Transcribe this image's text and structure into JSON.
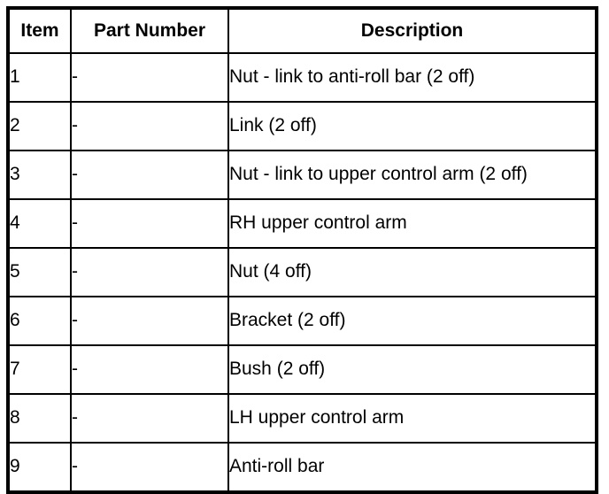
{
  "table": {
    "name": "parts-list-table",
    "columns": [
      {
        "key": "item",
        "label": "Item"
      },
      {
        "key": "part_number",
        "label": "Part Number"
      },
      {
        "key": "description",
        "label": "Description"
      }
    ],
    "rows": [
      {
        "item": "1",
        "part_number": "-",
        "description": "Nut - link to anti-roll bar (2 off)"
      },
      {
        "item": "2",
        "part_number": "-",
        "description": "Link (2 off)"
      },
      {
        "item": "3",
        "part_number": "-",
        "description": "Nut - link to upper control arm (2 off)"
      },
      {
        "item": "4",
        "part_number": "-",
        "description": "RH upper control arm"
      },
      {
        "item": "5",
        "part_number": "-",
        "description": "Nut (4 off)"
      },
      {
        "item": "6",
        "part_number": "-",
        "description": "Bracket (2 off)"
      },
      {
        "item": "7",
        "part_number": "-",
        "description": "Bush (2 off)"
      },
      {
        "item": "8",
        "part_number": "-",
        "description": "LH upper control arm"
      },
      {
        "item": "9",
        "part_number": "-",
        "description": "Anti-roll bar"
      }
    ]
  },
  "colors": {
    "border": "#000000",
    "background": "#ffffff",
    "text": "#000000"
  }
}
